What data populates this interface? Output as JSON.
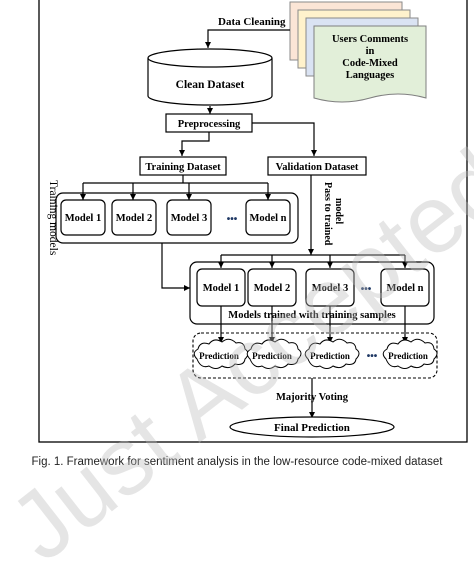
{
  "diagram": {
    "data_cleaning": "Data Cleaning",
    "users_comments": [
      "Users Comments",
      "in",
      "Code-Mixed",
      "Languages"
    ],
    "clean_dataset": "Clean Dataset",
    "preprocessing": "Preprocessing",
    "training_dataset": "Training Dataset",
    "validation_dataset": "Validation Dataset",
    "training_models_label": "Training models",
    "pass_to_trained_model": [
      "Pass to trained",
      "model"
    ],
    "models": [
      "Model 1",
      "Model 2",
      "Model 3",
      "Model n"
    ],
    "ellipsis": "•••",
    "models_trained_label": "Models trained with training samples",
    "prediction": "Prediction",
    "majority_voting": "Majority Voting",
    "final_prediction": "Final Prediction"
  },
  "caption": "Fig. 1.  Framework for sentiment analysis in the low-resource code-mixed dataset",
  "watermark": "Just Accepted",
  "colors": {
    "note_green": "#e2efd9",
    "note_yellow": "#fff2cc",
    "note_blue": "#dae3f3",
    "note_orange": "#fbe5d6",
    "stroke": "#000000"
  }
}
